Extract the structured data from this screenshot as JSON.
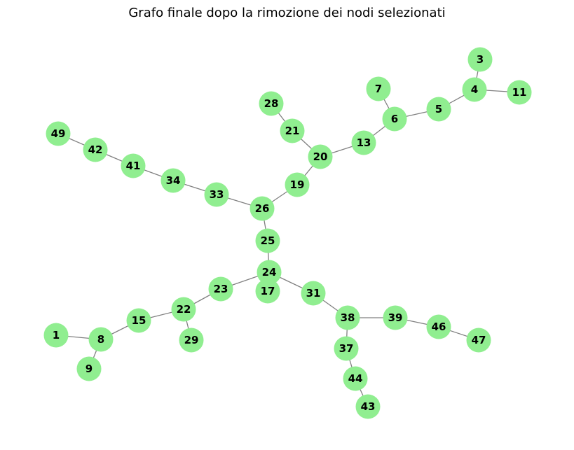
{
  "title": "Grafo finale dopo la rimozione dei nodi selezionati",
  "colors": {
    "node": "#90ee90",
    "edge": "#808080",
    "label": "#000000"
  },
  "nodes": [
    "3",
    "7",
    "4",
    "11",
    "28",
    "5",
    "6",
    "21",
    "49",
    "42",
    "13",
    "20",
    "41",
    "34",
    "19",
    "33",
    "26",
    "25",
    "24",
    "17",
    "23",
    "31",
    "22",
    "15",
    "38",
    "39",
    "46",
    "1",
    "8",
    "29",
    "47",
    "37",
    "9",
    "44",
    "43"
  ],
  "edges": [
    [
      "3",
      "4"
    ],
    [
      "4",
      "11"
    ],
    [
      "4",
      "5"
    ],
    [
      "5",
      "6"
    ],
    [
      "7",
      "6"
    ],
    [
      "6",
      "13"
    ],
    [
      "13",
      "20"
    ],
    [
      "28",
      "21"
    ],
    [
      "21",
      "20"
    ],
    [
      "20",
      "19"
    ],
    [
      "19",
      "26"
    ],
    [
      "26",
      "33"
    ],
    [
      "33",
      "34"
    ],
    [
      "34",
      "41"
    ],
    [
      "41",
      "42"
    ],
    [
      "42",
      "49"
    ],
    [
      "26",
      "25"
    ],
    [
      "25",
      "24"
    ],
    [
      "24",
      "23"
    ],
    [
      "24",
      "31"
    ],
    [
      "23",
      "22"
    ],
    [
      "22",
      "29"
    ],
    [
      "22",
      "15"
    ],
    [
      "15",
      "8"
    ],
    [
      "8",
      "1"
    ],
    [
      "8",
      "9"
    ],
    [
      "31",
      "38"
    ],
    [
      "38",
      "39"
    ],
    [
      "39",
      "46"
    ],
    [
      "46",
      "47"
    ],
    [
      "38",
      "37"
    ],
    [
      "37",
      "44"
    ],
    [
      "44",
      "43"
    ]
  ]
}
